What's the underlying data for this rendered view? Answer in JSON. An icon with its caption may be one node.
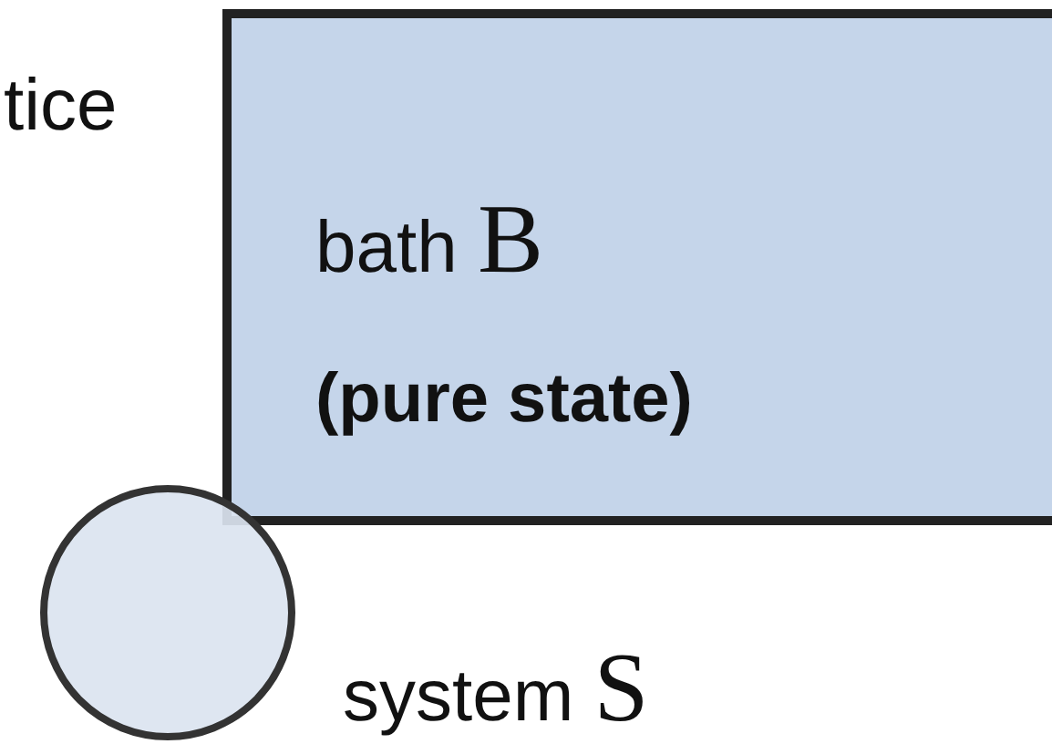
{
  "diagram": {
    "nodes": [
      {
        "text": [
          "bath B",
          "(pure state)"
        ]
      },
      {
        "text": [],
        "shape": "circle",
        "beside": [
          "system S"
        ]
      }
    ],
    "labels": [
      "tice"
    ]
  }
}
